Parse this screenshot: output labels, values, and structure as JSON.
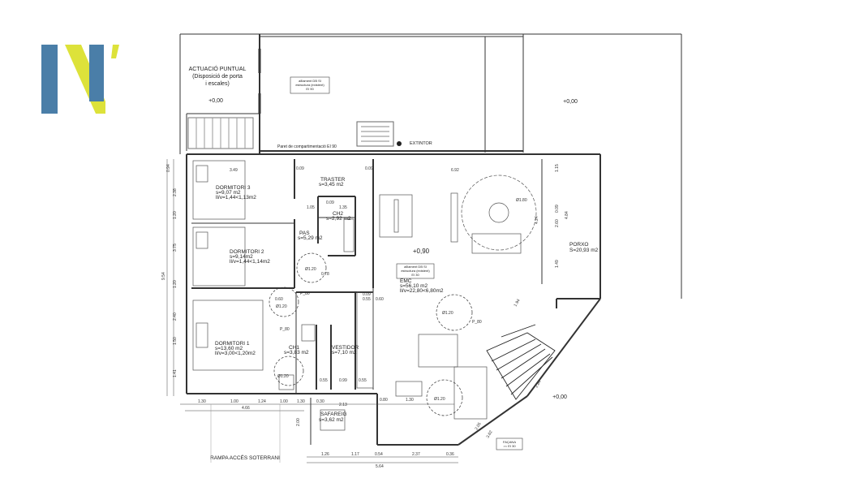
{
  "logo": {
    "letters": "N'",
    "colors": {
      "bar": "#4a7ea8",
      "slash": "#dde23a"
    }
  },
  "notes": {
    "actuacio": [
      "ACTUACIÓ PUNTUAL",
      "(Disposició de porta",
      "i escales)"
    ],
    "level_left": "+0,00",
    "level_right_top": "+0,00",
    "level_right_bottom": "+0,00",
    "level_living": "+0,90",
    "fire_wall": "Paret de compartimentació EI 90",
    "extintor": "EXTINTOR",
    "annex_top": [
      "aïllament DB SI",
      "estructura (existent)",
      "EI 90"
    ],
    "annex_living": [
      "aïllament DB SI",
      "estructura (existent)",
      "EI 30"
    ],
    "facana": [
      "FAÇANA",
      ">= EI 30"
    ],
    "rampa": "RAMPA ACCÉS SOTERRANI"
  },
  "rooms": [
    {
      "id": "dormitori3",
      "lines": [
        "DORMITORI 3",
        "s=9,07 m2",
        "ll/v=1,44<1,13m2"
      ]
    },
    {
      "id": "dormitori2",
      "lines": [
        "DORMITORI 2",
        "s=9,14m2",
        "ll/v=1,44<1,14m2"
      ]
    },
    {
      "id": "dormitori1",
      "lines": [
        "DORMITORI 1",
        "s=13,60 m2",
        "ll/v=3,00<1,20m2"
      ]
    },
    {
      "id": "traster",
      "lines": [
        "TRASTER",
        "s=3,45 m2"
      ]
    },
    {
      "id": "ch2",
      "lines": [
        "CH2",
        "s=2,92 m2"
      ]
    },
    {
      "id": "pas",
      "lines": [
        "PAS",
        "s=5,29 m2"
      ]
    },
    {
      "id": "ch1",
      "lines": [
        "CH1",
        "s=3,83 m2"
      ]
    },
    {
      "id": "vestidor",
      "lines": [
        "VESTIDOR",
        "s=7,10 m2"
      ]
    },
    {
      "id": "safareig",
      "lines": [
        "SAFAREIG",
        "s=3,62 m2"
      ]
    },
    {
      "id": "emc",
      "lines": [
        "EMC",
        "s=56,10 m2",
        "ll/v=22,80<6,80m2"
      ]
    },
    {
      "id": "porxo",
      "lines": [
        "PORXO",
        "S=20,93 m2"
      ]
    }
  ],
  "labels": {
    "p80": [
      "P_80",
      "P_80",
      "P_80",
      "P_80"
    ],
    "phi120": [
      "Ø1.20",
      "Ø1.20",
      "Ø1.20",
      "Ø1.20",
      "Ø1.20",
      "Ø1.20"
    ],
    "phi180": "Ø1.80"
  },
  "dims": {
    "top": [
      "3.49",
      "0.09",
      "0.09",
      "6.92"
    ],
    "bottom_left": [
      "1.30",
      "1.00",
      "1.24",
      "1.00",
      "1.30",
      "4.66"
    ],
    "bottom_mid": [
      "0.30",
      "2.13",
      "0.80",
      "1.30"
    ],
    "bottom": [
      "1.26",
      "1.17",
      "0.54",
      "2.37",
      "0.36",
      "5.64"
    ],
    "left": [
      "0.94",
      "2.38",
      "1.20",
      "3.75",
      "1.20",
      "2.40",
      "9.54",
      "1.50",
      "1.41"
    ],
    "inner": [
      "1.05",
      "1.35",
      "0.09",
      "0.55",
      "0.60",
      "0.09",
      "0.99",
      "0.55",
      "0.55",
      "0.60",
      "0.78",
      "1.15",
      "4.24",
      "0.09",
      "1.94",
      "2.60",
      "1.49",
      "4.84",
      "2.00",
      "2.84",
      "3.62",
      "2.05"
    ]
  }
}
